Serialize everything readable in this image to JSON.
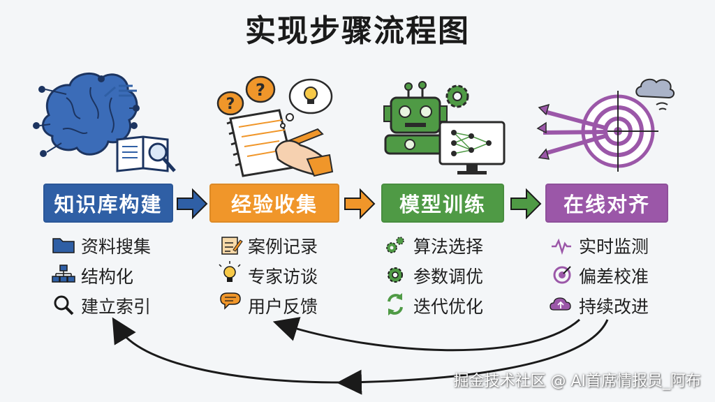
{
  "title": "实现步骤流程图",
  "colors": {
    "blue": "#2f5fa5",
    "orange": "#f0962a",
    "green": "#4f9a45",
    "purple": "#9b57a8"
  },
  "stages": [
    {
      "label": "知识库构建",
      "illustration": "brain-and-book",
      "items": [
        {
          "icon": "folder-icon",
          "text": "资料搜集"
        },
        {
          "icon": "hierarchy-icon",
          "text": "结构化"
        },
        {
          "icon": "magnifier-icon",
          "text": "建立索引"
        }
      ]
    },
    {
      "label": "经验收集",
      "illustration": "notebook-and-questions",
      "items": [
        {
          "icon": "notepad-icon",
          "text": "案例记录"
        },
        {
          "icon": "lightbulb-icon",
          "text": "专家访谈"
        },
        {
          "icon": "chat-bubble-icon",
          "text": "用户反馈"
        }
      ]
    },
    {
      "label": "模型训练",
      "illustration": "robot-and-network",
      "items": [
        {
          "icon": "gears-icon",
          "text": "算法选择"
        },
        {
          "icon": "gear-icon",
          "text": "参数调优"
        },
        {
          "icon": "refresh-icon",
          "text": "迭代优化"
        }
      ]
    },
    {
      "label": "在线对齐",
      "illustration": "target-with-arrows",
      "items": [
        {
          "icon": "pulse-icon",
          "text": "实时监测"
        },
        {
          "icon": "target-icon",
          "text": "偏差校准"
        },
        {
          "icon": "cloud-upload-icon",
          "text": "持续改进"
        }
      ]
    }
  ],
  "watermark": "掘金技术社区 @ AI首席情报员_阿布"
}
